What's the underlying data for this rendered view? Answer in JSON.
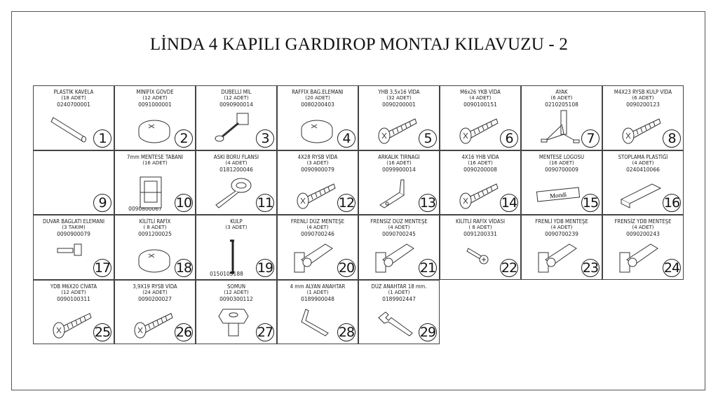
{
  "title": "LİNDA 4 KAPILI GARDIROP MONTAJ KILAVUZU - 2",
  "parts": [
    {
      "no": "1",
      "name": "PLASTİK KAVELA",
      "qty": "(18 ADET)",
      "code": "0240700001",
      "icon": "dowel-icon"
    },
    {
      "no": "2",
      "name": "MİNİFİX GÖVDE",
      "qty": "(12 ADET)",
      "code": "0091000001",
      "icon": "cam-icon"
    },
    {
      "no": "3",
      "name": "DÜBELLİ MİL",
      "qty": "(12 ADET)",
      "code": "0090900014",
      "icon": "bolt-icon"
    },
    {
      "no": "4",
      "name": "RAFFİX BAG.ELEMANI",
      "qty": "(20 ADET)",
      "code": "0080200403",
      "icon": "cam-icon"
    },
    {
      "no": "5",
      "name": "YHB 3,5x16 VİDA",
      "qty": "(32 ADET)",
      "code": "0090200001",
      "icon": "screw-icon"
    },
    {
      "no": "6",
      "name": "M6x26 YKB VİDA",
      "qty": "(4 ADET)",
      "code": "0090100151",
      "icon": "screw-icon"
    },
    {
      "no": "7",
      "name": "AYAK",
      "qty": "(6 ADET)",
      "code": "0210205108",
      "icon": "leg-icon"
    },
    {
      "no": "8",
      "name": "M4X23 RYSB KULP VİDA",
      "qty": "(6 ADET)",
      "code": "0090200123",
      "icon": "screw-icon"
    },
    {
      "no": "9",
      "name": "",
      "qty": "",
      "code": "",
      "icon": ""
    },
    {
      "no": "10",
      "name": "7mm MENTESE TABANI",
      "qty": "(16 ADET)",
      "code": "0090800067",
      "icon": "hinge-plate-icon",
      "codeBottom": true
    },
    {
      "no": "11",
      "name": "ASKI BORU FLANSI",
      "qty": "(4 ADET)",
      "code": "0181200046",
      "icon": "flange-icon"
    },
    {
      "no": "12",
      "name": "4X28 RYSB VİDA",
      "qty": "(3 ADET)",
      "code": "0090900079",
      "icon": "screw-icon"
    },
    {
      "no": "13",
      "name": "ARKALIK TIRNAGI",
      "qty": "(16 ADET)",
      "code": "0099900014",
      "icon": "bracket-icon"
    },
    {
      "no": "14",
      "name": "4X16 YHB VİDA",
      "qty": "(16 ADET)",
      "code": "0090200008",
      "icon": "screw-icon"
    },
    {
      "no": "15",
      "name": "MENTESE LOGOSU",
      "qty": "(16 ADET)",
      "code": "0090700009",
      "icon": "logo-plate-icon",
      "logo": "Mondi"
    },
    {
      "no": "16",
      "name": "STOPLAMA PLASTİĞİ",
      "qty": "(4 ADET)",
      "code": "0240410066",
      "icon": "stopper-icon"
    },
    {
      "no": "17",
      "name": "DUVAR BAGLATI ELEMANI",
      "qty": "(3 TAKIM)",
      "code": "0090900079",
      "icon": "wall-fix-icon"
    },
    {
      "no": "18",
      "name": "KİLİTLİ RAFİX",
      "qty": "( 8 ADET)",
      "code": "0091200025",
      "icon": "cam-icon"
    },
    {
      "no": "19",
      "name": "KULP",
      "qty": "(3 ADET)",
      "code": "0150105188",
      "icon": "handle-icon",
      "codeBottom": true
    },
    {
      "no": "20",
      "name": "FRENLİ DÜZ MENTEŞE",
      "qty": "(4 ADET)",
      "code": "0090700246",
      "icon": "hinge-icon"
    },
    {
      "no": "21",
      "name": "FRENSİZ DÜZ MENTEŞE",
      "qty": "(4 ADET)",
      "code": "0090700245",
      "icon": "hinge-icon"
    },
    {
      "no": "22",
      "name": "KİLİTLİ RAFİX VİDASI",
      "qty": "( 8 ADET)",
      "code": "0091200331",
      "icon": "small-screw-icon"
    },
    {
      "no": "23",
      "name": "FRENLİ YDB MENTEŞE",
      "qty": "(4 ADET)",
      "code": "0090700239",
      "icon": "hinge-icon"
    },
    {
      "no": "24",
      "name": "FRENSİZ YDB MENTEŞE",
      "qty": "(4 ADET)",
      "code": "0090200243",
      "icon": "hinge-icon"
    },
    {
      "no": "25",
      "name": "YDB M6X20 CİVATA",
      "qty": "(12 ADET)",
      "code": "0090100311",
      "icon": "screw-icon"
    },
    {
      "no": "26",
      "name": "3,9X19 RYSB VİDA",
      "qty": "(24 ADET)",
      "code": "0090200027",
      "icon": "screw-icon"
    },
    {
      "no": "27",
      "name": "SOMUN",
      "qty": "(12 ADET)",
      "code": "0090300112",
      "icon": "nut-icon"
    },
    {
      "no": "28",
      "name": "4 mm ALYAN ANAHTAR",
      "qty": "(1 ADET)",
      "code": "0189900048",
      "icon": "allen-key-icon"
    },
    {
      "no": "29",
      "name": "DÜZ ANAHTAR 18 mm.",
      "qty": "(1 ADET)",
      "code": "0189902447",
      "icon": "wrench-icon"
    }
  ]
}
